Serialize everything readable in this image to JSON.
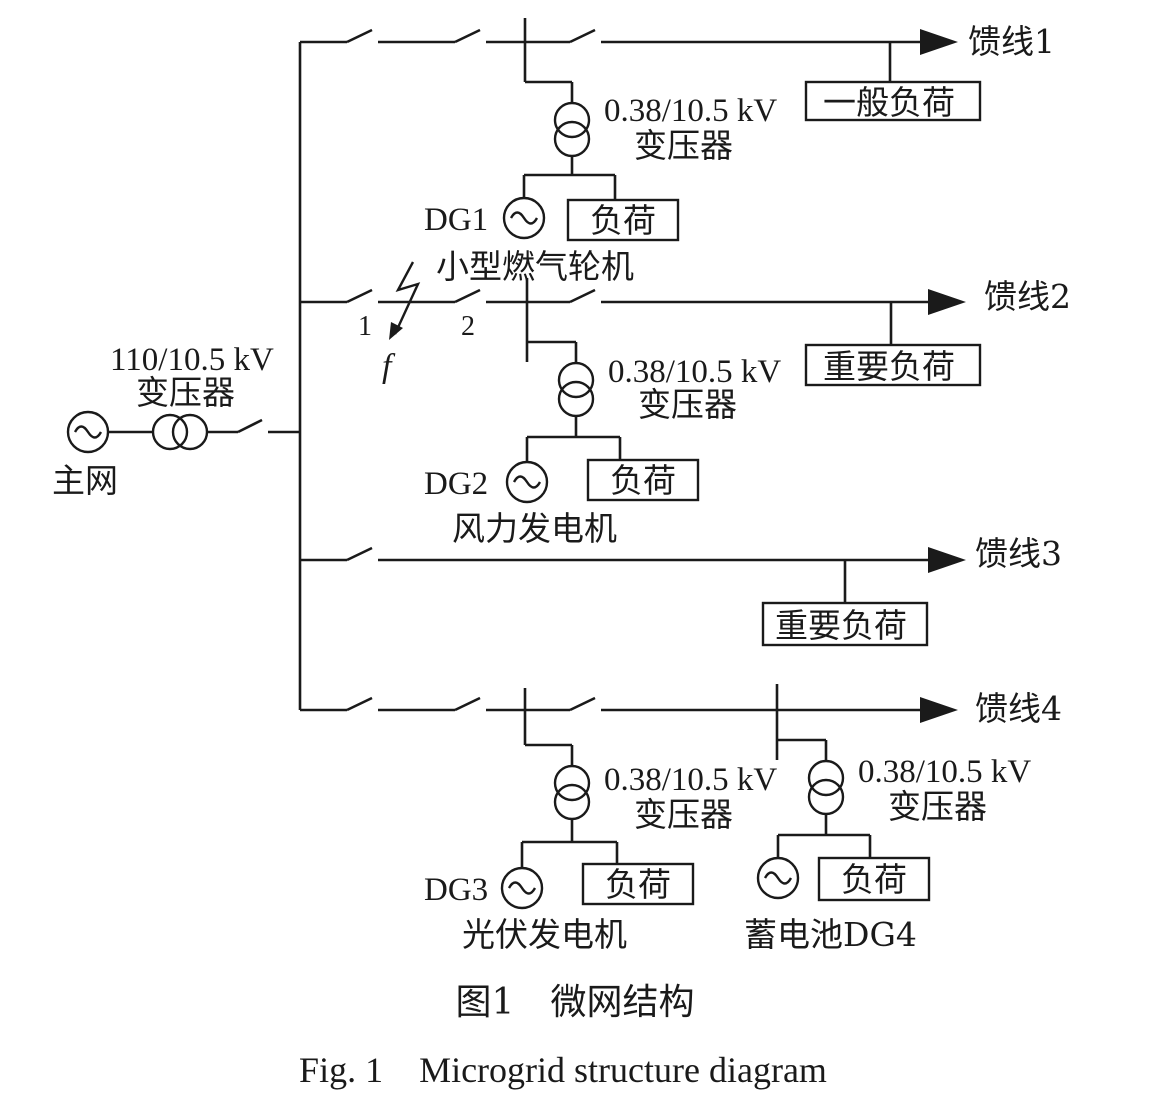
{
  "main_grid": {
    "label": "主网",
    "transformer_rating": "110/10.5 kV",
    "transformer_label": "变压器"
  },
  "feeders": [
    {
      "label": "馈线1",
      "load": "一般负荷"
    },
    {
      "label": "馈线2",
      "load": "重要负荷"
    },
    {
      "label": "馈线3",
      "load": "重要负荷"
    },
    {
      "label": "馈线4"
    }
  ],
  "dg_units": [
    {
      "id": "DG1",
      "name": "小型燃气轮机",
      "transformer_rating": "0.38/10.5 kV",
      "transformer_label": "变压器",
      "load": "负荷"
    },
    {
      "id": "DG2",
      "name": "风力发电机",
      "transformer_rating": "0.38/10.5 kV",
      "transformer_label": "变压器",
      "load": "负荷"
    },
    {
      "id": "DG3",
      "name": "光伏发电机",
      "transformer_rating": "0.38/10.5 kV",
      "transformer_label": "变压器",
      "load": "负荷"
    },
    {
      "id": "",
      "name": "蓄电池DG4",
      "transformer_rating": "0.38/10.5 kV",
      "transformer_label": "变压器",
      "load": "负荷"
    }
  ],
  "fault": {
    "label": "f",
    "switch_1": "1",
    "switch_2": "2"
  },
  "caption": {
    "zh": "图1　微网结构",
    "en": "Fig. 1　Microgrid structure diagram"
  }
}
